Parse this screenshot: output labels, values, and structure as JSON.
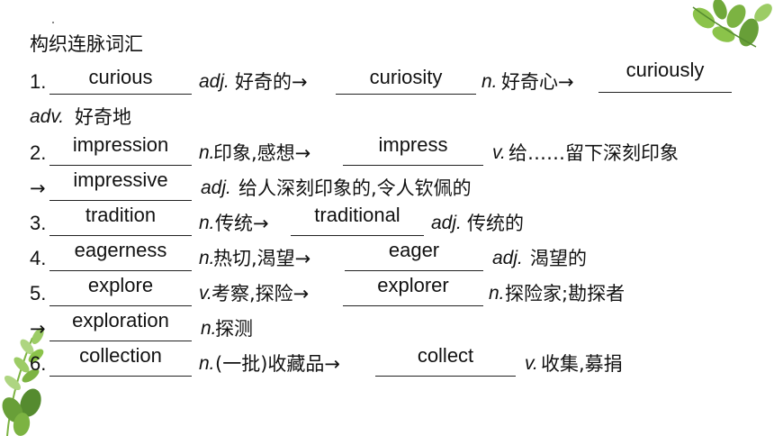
{
  "title": "构织连脉词汇",
  "lines": [
    {
      "num": "1.",
      "blank1": "curious",
      "pos1": "adj.",
      "text1": " 好奇的→",
      "blank2": "curiosity",
      "pos2": "n.",
      "text2": "好奇心→",
      "blank3": "curiously"
    },
    {
      "pos1": "adv.",
      "text1": "好奇地"
    },
    {
      "num": "2.",
      "blank1": "impression",
      "pos1": "n.",
      "text1": " 印象,感想→",
      "blank2": "impress",
      "pos2": "v.",
      "text2": "给……留下深刻印象"
    },
    {
      "arrow": "→",
      "blank1": "impressive",
      "pos1": "adj.",
      "text1": "给人深刻印象的,令人钦佩的"
    },
    {
      "num": "3.",
      "blank1": "tradition",
      "pos1": "n.",
      "text1": "传统→",
      "blank2": "traditional",
      "pos2": "adj.",
      "text2": "传统的"
    },
    {
      "num": "4.",
      "blank1": "eagerness",
      "pos1": "n.",
      "text1": " 热切,渴望→",
      "blank2": "eager",
      "pos2": "adj.",
      "text2": "渴望的"
    },
    {
      "num": "5.",
      "blank1": "explore",
      "pos1": "v.",
      "text1": " 考察,探险→",
      "blank2": "explorer",
      "pos2": "n.",
      "text2": "探险家;勘探者"
    },
    {
      "arrow": "→",
      "blank1": "exploration",
      "pos1": "n.",
      "text1": "探测"
    },
    {
      "num": "6.",
      "blank1": "collection",
      "pos1": "n.",
      "text1": " (一批)收藏品→",
      "blank2": "collect",
      "pos2": "v.",
      "text2": "收集,募捐"
    }
  ],
  "decor": {
    "leaf_icon_top_right": "green-leaves",
    "leaf_icon_bottom_left": "green-leaves",
    "leaf_color": "#6fae3a"
  }
}
